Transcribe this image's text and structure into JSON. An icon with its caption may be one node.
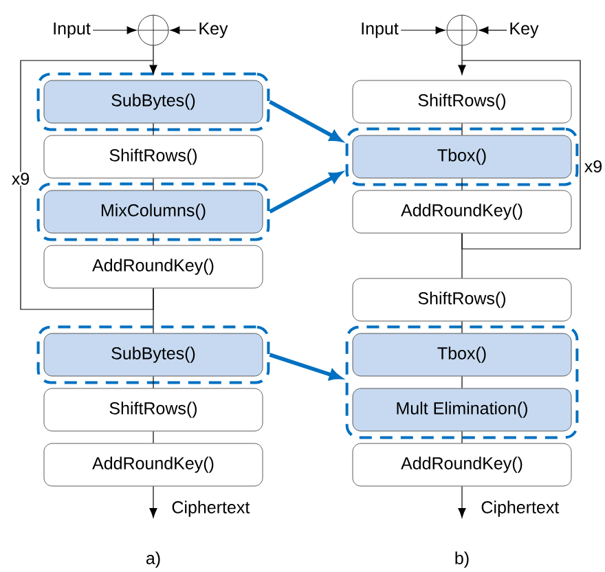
{
  "diagram": {
    "nodes": [
      {
        "text": [
          "Input"
        ]
      },
      {
        "text": [],
        "shape": "circle"
      },
      {
        "text": [
          "Key"
        ]
      },
      {
        "text": [],
        "shape": "box"
      },
      {
        "text": [
          "SubBytes()"
        ],
        "in": 3
      },
      {
        "text": [
          "ShiftRows()"
        ]
      },
      {
        "text": [],
        "shape": "box"
      },
      {
        "text": [
          "MixColumns()"
        ],
        "in": 6
      },
      {
        "text": [
          "AddRoundKey()"
        ]
      },
      {
        "text": [],
        "shape": "box"
      },
      {
        "text": [
          "SubBytes()"
        ],
        "in": 9
      },
      {
        "text": [
          "ShiftRows()"
        ]
      },
      {
        "text": [
          "AddRoundKey()"
        ]
      },
      {
        "text": [
          "Ciphertext"
        ]
      },
      {
        "text": [
          "Input"
        ]
      },
      {
        "text": [],
        "shape": "circle"
      },
      {
        "text": [
          "Key"
        ]
      },
      {
        "text": [
          "ShiftRows()"
        ]
      },
      {
        "text": [],
        "shape": "box"
      },
      {
        "text": [
          "Tbox()"
        ],
        "in": 18
      },
      {
        "text": [
          "AddRoundKey()"
        ]
      },
      {
        "text": [
          "ShiftRows()"
        ]
      },
      {
        "text": [],
        "shape": "box"
      },
      {
        "text": [
          "Tbox()"
        ],
        "in": 22
      },
      {
        "text": [
          "Mult Elimination()"
        ],
        "in": 22
      },
      {
        "text": [
          "AddRoundKey()"
        ]
      },
      {
        "text": [
          "Ciphertext"
        ]
      }
    ],
    "edges": [
      {
        "from": 0,
        "to": 1,
        "arrow": "to"
      },
      {
        "from": 2,
        "to": 1,
        "arrow": "to"
      },
      {
        "from": 1,
        "to": 4,
        "arrow": "to"
      },
      {
        "from": 4,
        "to": 5,
        "arrow": "none"
      },
      {
        "from": 5,
        "to": 7,
        "arrow": "none"
      },
      {
        "from": 7,
        "to": 8,
        "arrow": "none"
      },
      {
        "from": 8,
        "to": 4,
        "arrow": "to"
      },
      {
        "from": 8,
        "to": 10,
        "arrow": "none"
      },
      {
        "from": 10,
        "to": 11,
        "arrow": "none"
      },
      {
        "from": 11,
        "to": 12,
        "arrow": "none"
      },
      {
        "from": 12,
        "to": 13,
        "arrow": "to"
      },
      {
        "from": 14,
        "to": 15,
        "arrow": "to"
      },
      {
        "from": 16,
        "to": 15,
        "arrow": "to"
      },
      {
        "from": 15,
        "to": 17,
        "arrow": "to"
      },
      {
        "from": 17,
        "to": 19,
        "arrow": "none"
      },
      {
        "from": 19,
        "to": 20,
        "arrow": "none"
      },
      {
        "from": 20,
        "to": 17,
        "arrow": "to"
      },
      {
        "from": 20,
        "to": 21,
        "arrow": "none"
      },
      {
        "from": 21,
        "to": 23,
        "arrow": "none"
      },
      {
        "from": 23,
        "to": 24,
        "arrow": "none"
      },
      {
        "from": 24,
        "to": 25,
        "arrow": "none"
      },
      {
        "from": 25,
        "to": 26,
        "arrow": "to"
      },
      {
        "from": 3,
        "to": 18,
        "arrow": "to",
        "style": "thick",
        "color": "#0070c0"
      },
      {
        "from": 6,
        "to": 18,
        "arrow": "to",
        "style": "thick",
        "color": "#0070c0"
      },
      {
        "from": 9,
        "to": 22,
        "arrow": "to",
        "style": "thick",
        "color": "#0070c0"
      }
    ],
    "labels": [
      "x9",
      "x9",
      "a)",
      "b)"
    ]
  }
}
